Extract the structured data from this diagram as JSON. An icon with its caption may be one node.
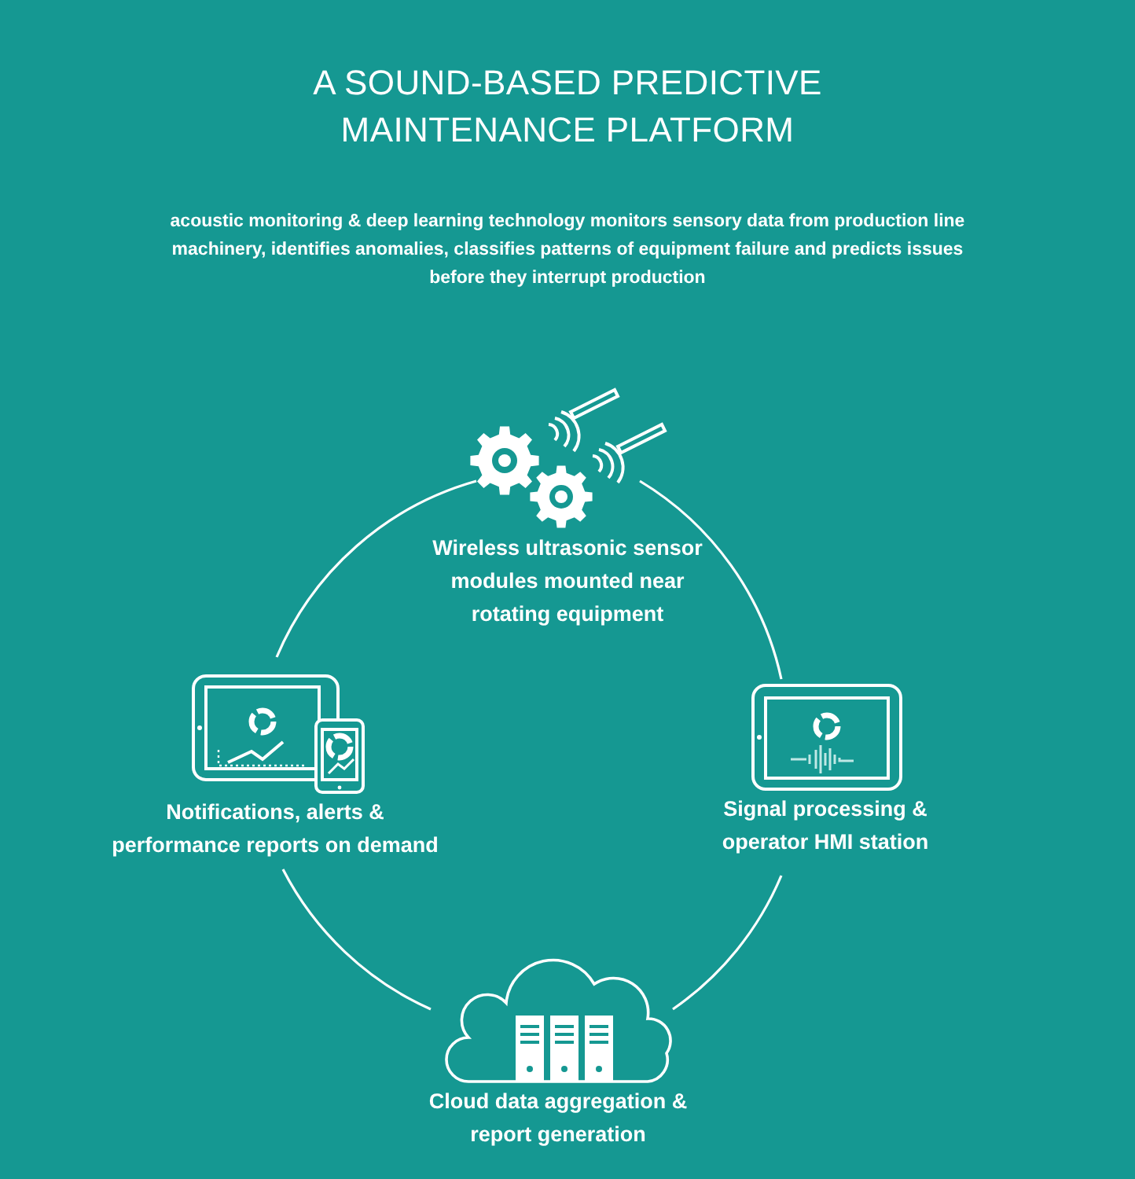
{
  "diagram": {
    "title": "A SOUND-BASED PREDICTIVE MAINTENANCE PLATFORM",
    "caption": "acoustic monitoring & deep learning technology monitors sensory data from production line machinery, identifies anomalies, classifies patterns of equipment failure and predicts issues before they interrupt production",
    "nodes": [
      {
        "text": [
          "Wireless ultrasonic sensor modules mounted near rotating equipment"
        ]
      },
      {
        "text": [
          "Notifications, alerts & performance reports on demand"
        ]
      },
      {
        "text": [
          "Signal processing & operator HMI station"
        ]
      },
      {
        "text": [
          "Cloud data aggregation & report generation"
        ]
      }
    ],
    "edges": [
      {
        "from": 0,
        "to": 2,
        "arrow": "none"
      },
      {
        "from": 2,
        "to": 3,
        "arrow": "none"
      },
      {
        "from": 3,
        "to": 1,
        "arrow": "none"
      },
      {
        "from": 1,
        "to": 0,
        "arrow": "none"
      }
    ]
  }
}
